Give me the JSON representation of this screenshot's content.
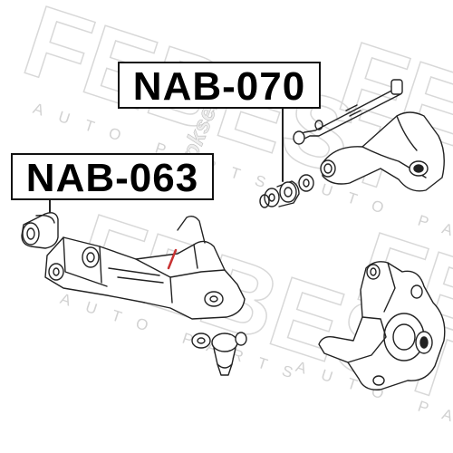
{
  "labels": {
    "part_1": "NAB-070",
    "part_2": "NAB-063"
  },
  "watermarks": {
    "brand": "FEBEST",
    "tagline": "AUTO PARTS",
    "site": "Autoksefi"
  },
  "colors": {
    "line": "#222222",
    "label_border": "#111111",
    "watermark": "#d8d8d8",
    "site_mark_accent": "#c83232"
  }
}
